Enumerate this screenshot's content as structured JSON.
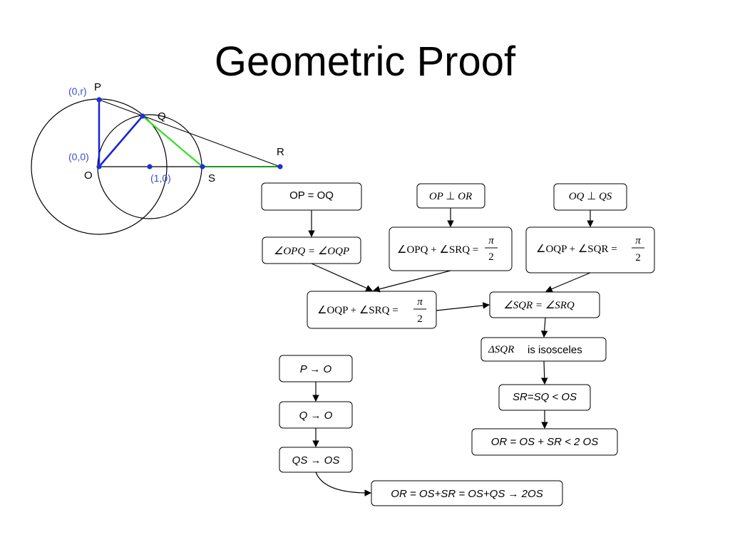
{
  "title": "Geometric Proof",
  "colors": {
    "point": "#1c32d6",
    "coord_label": "#3a4fd0",
    "segment_blue": "#1622d8",
    "segment_green": "#33dd22",
    "segment_dark_green": "#1a9a1a",
    "line": "#000000"
  },
  "figure": {
    "labels": {
      "p": "P",
      "q": "Q",
      "r": "R",
      "s": "S",
      "o": "O",
      "p_coord": "(0,r)",
      "o_coord": "(0,0)",
      "center_coord": "(1,0)"
    }
  },
  "proof": {
    "op_eq_oq": "OP = OQ",
    "op_perp_or": {
      "lhs": "OP",
      "op": "⊥",
      "rhs": "OR"
    },
    "oq_perp_qs": {
      "lhs": "OQ",
      "op": "⊥",
      "rhs": "QS"
    },
    "ang_opq_eq": {
      "text": "∠OPQ = ∠OQP"
    },
    "sum_opq_srq": {
      "lhs": "∠OPQ + ∠SRQ =",
      "num": "π",
      "den": "2"
    },
    "sum_oqp_sqr": {
      "lhs": "∠OQP + ∠SQR =",
      "num": "π",
      "den": "2"
    },
    "sum_oqp_srq": {
      "lhs": "∠OQP + ∠SRQ =",
      "num": "π",
      "den": "2"
    },
    "ang_sqr_eq": {
      "text": "∠SQR = ∠SRQ"
    },
    "isosceles": {
      "triangle": "ΔSQR",
      "text": "is isosceles"
    },
    "sr_sq_os": "SR=SQ < OS",
    "or_ineq": "OR = OS + SR < 2 OS",
    "p_to_o": "P → O",
    "q_to_o": "Q → O",
    "qs_to_os": "QS → OS",
    "limit": "OR = OS+SR = OS+QS → 2OS"
  }
}
